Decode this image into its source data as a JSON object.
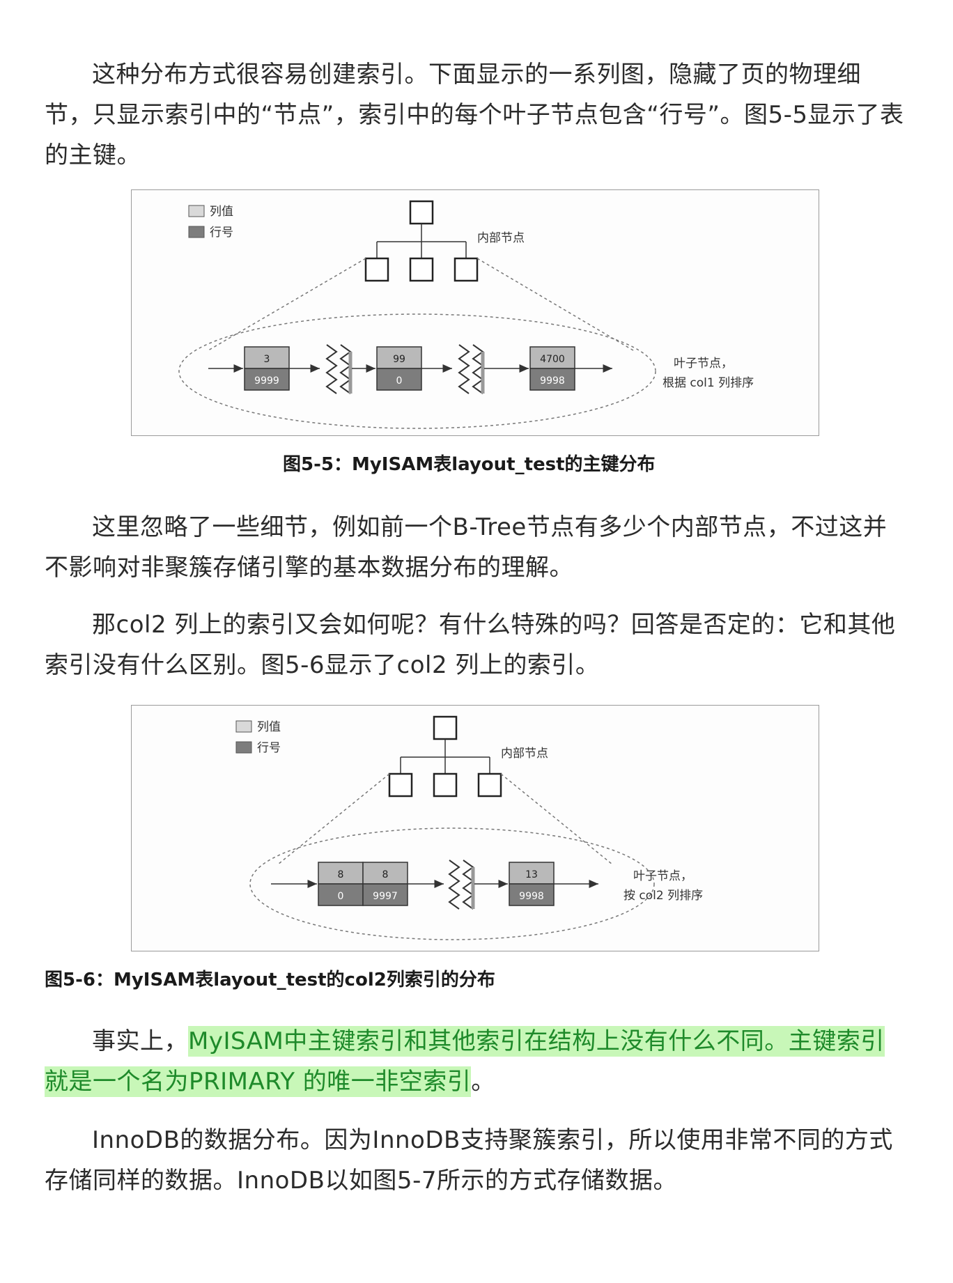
{
  "paragraphs": {
    "p1": "这种分布方式很容易创建索引。下面显示的一系列图，隐藏了页的物理细节，只显示索引中的“节点”，索引中的每个叶子节点包含“行号”。图5-5显示了表的主键。",
    "p2": "这里忽略了一些细节，例如前一个B-Tree节点有多少个内部节点，不过这并不影响对非聚簇存储引擎的基本数据分布的理解。",
    "p3": "那col2 列上的索引又会如何呢？有什么特殊的吗？回答是否定的：它和其他索引没有什么区别。图5-6显示了col2 列上的索引。",
    "p4_before": "事实上，",
    "p4_highlight": "MyISAM中主键索引和其他索引在结构上没有什么不同。主键索引就是一个名为PRIMARY 的唯一非空索引",
    "p4_after": "。",
    "p5": "InnoDB的数据分布。因为InnoDB支持聚簇索引，所以使用非常不同的方式存储同样的数据。InnoDB以如图5-7所示的方式存储数据。"
  },
  "figure1": {
    "caption": "图5-5：MyISAM表layout_test的主键分布",
    "legend_value": "列值",
    "legend_row": "行号",
    "internal_label": "内部节点",
    "leaf_label_1": "叶子节点，",
    "leaf_label_2": "根据 col1 列排序",
    "cells": [
      {
        "top": "3",
        "bottom": "9999"
      },
      {
        "top": "99",
        "bottom": "0"
      },
      {
        "top": "4700",
        "bottom": "9998"
      }
    ]
  },
  "figure2": {
    "caption": "图5-6：MyISAM表layout_test的col2列索引的分布",
    "legend_value": "列值",
    "legend_row": "行号",
    "internal_label": "内部节点",
    "leaf_label_1": "叶子节点，",
    "leaf_label_2": "按 col2 列排序",
    "cells": [
      {
        "top": "8",
        "bottom": "0"
      },
      {
        "top": "8",
        "bottom": "9997"
      },
      {
        "top": "13",
        "bottom": "9998"
      }
    ]
  },
  "colors": {
    "highlight_bg": "#c8f7b8",
    "highlight_text": "#1e8a2a",
    "cell_top": "#b9b9b9",
    "cell_bottom": "#7d7d7d"
  }
}
